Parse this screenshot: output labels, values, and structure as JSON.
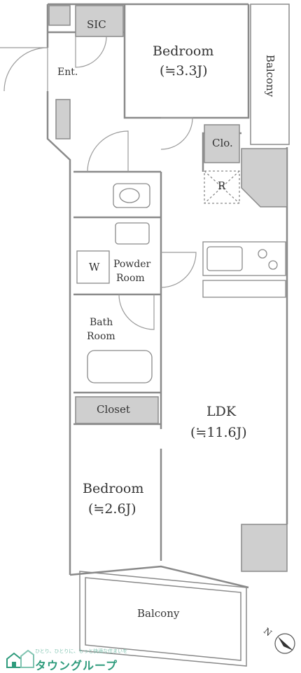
{
  "floorplan": {
    "rooms": {
      "sic": "SIC",
      "entrance": "Ent.",
      "bedroom1_name": "Bedroom",
      "bedroom1_size": "(≒3.3J)",
      "balcony_side": "Balcony",
      "closet_small": "Clo.",
      "refrigerator": "R",
      "washer": "W",
      "powder_room_line1": "Powder",
      "powder_room_line2": "Room",
      "bathroom_line1": "Bath",
      "bathroom_line2": "Room",
      "closet": "Closet",
      "ldk_name": "LDK",
      "ldk_size": "(≒11.6J)",
      "bedroom2_name": "Bedroom",
      "bedroom2_size": "(≒2.6J)",
      "balcony_bottom": "Balcony"
    },
    "compass": {
      "label": "N"
    }
  },
  "branding": {
    "tagline": "ひとり、ひとりに、もっと快適な住まいを",
    "company": "タウングループ"
  },
  "colors": {
    "wall": "#8a8a8a",
    "gray_fill": "#c9c9c9",
    "line": "#9a9a9a",
    "brand": "#2e9b7c"
  }
}
